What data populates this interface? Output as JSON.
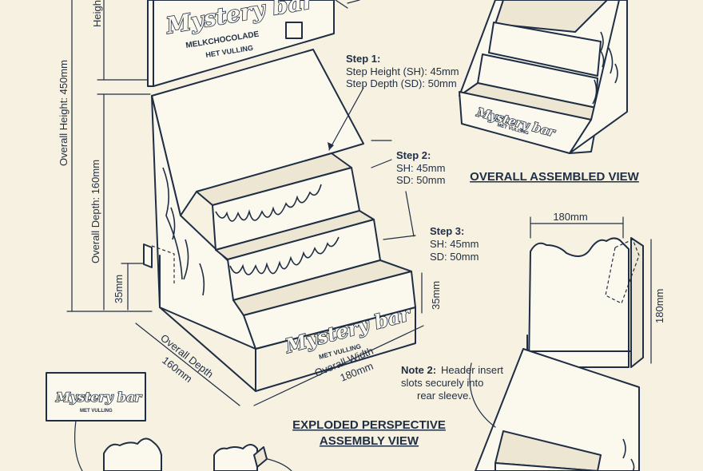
{
  "brand": "Mystery bar",
  "header_subtitle_1": "MELKCHOCOLADE",
  "header_subtitle_2": "HET VULLING",
  "front_subtitle": "MET VULLING",
  "dimensions": {
    "overall_height": "Overall Height: 450mm",
    "height_partial": "Heigh",
    "overall_depth_vertical": "Overall Depth: 160mm",
    "front_lip": "35mm",
    "front_lip_right": "35mm",
    "overall_depth_label": "Overall Depth",
    "overall_depth_value": "160mm",
    "overall_width_label": "Overall Width",
    "overall_width_value": "180mm",
    "header_width": "180mm",
    "header_height": "180mm"
  },
  "steps": [
    {
      "label": "Step 1:",
      "line1": "Step Height (SH): 45mm",
      "line2": "Step Depth (SD): 50mm"
    },
    {
      "label": "Step 2:",
      "line1": "SH: 45mm",
      "line2": "SD: 50mm"
    },
    {
      "label": "Step 3:",
      "line1": "SH: 45mm",
      "line2": "SD: 50mm"
    }
  ],
  "note2": {
    "label": "Note 2:",
    "line1": "Header insert",
    "line2": "slots securely into",
    "line3": "rear sleeve."
  },
  "titles": {
    "assembled": "OVERALL ASSEMBLED VIEW",
    "exploded_1": "EXPLODED PERSPECTIVE",
    "exploded_2": "ASSEMBLY VIEW"
  },
  "bottom_card": {
    "brand": "Mystery bar",
    "sub": "MET VULLING"
  },
  "small_view_brand": "Mystery bar",
  "small_view_sub": "MET VULLING"
}
